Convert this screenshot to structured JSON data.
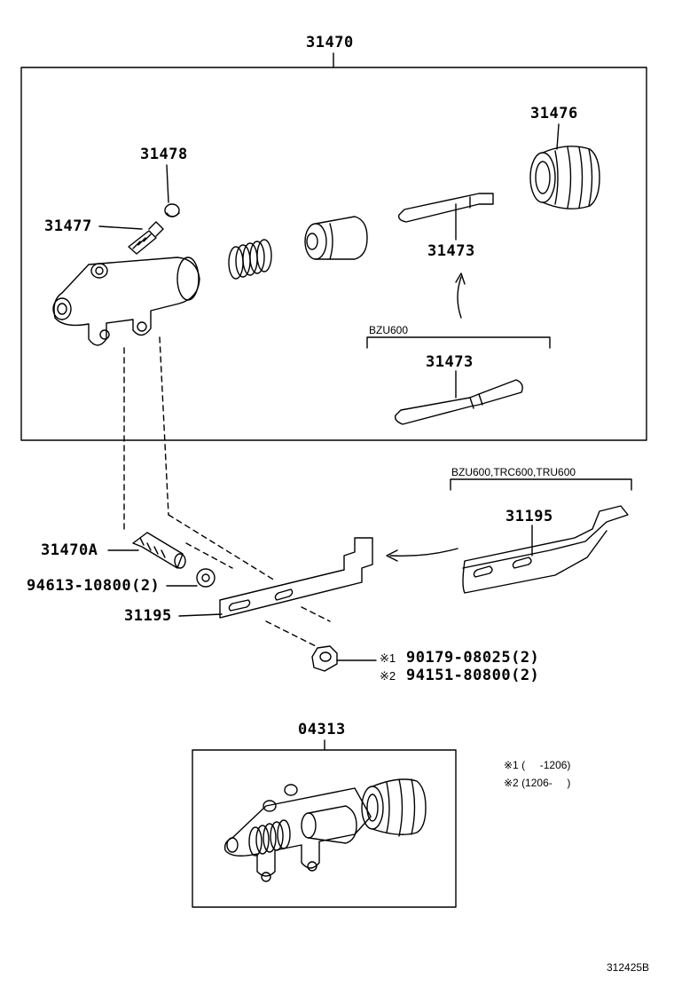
{
  "labels": {
    "p31470": "31470",
    "p31476": "31476",
    "p31478": "31478",
    "p31477": "31477",
    "p31473_top": "31473",
    "variant_bzu600": "BZU600",
    "p31473_bottom": "31473",
    "variant_bzu_trc_tru": "BZU600,TRC600,TRU600",
    "p31195_right": "31195",
    "p31470a": "31470A",
    "p94613": "94613-10800(2)",
    "p31195_left": "31195",
    "note1_mark": "※1",
    "p90179": "90179-08025(2)",
    "note2_mark": "※2",
    "p94151": "94151-80800(2)",
    "p04313": "04313",
    "legend1": "※1 (     -1206)",
    "legend2": "※2 (1206-     )",
    "diagram_id": "312425B"
  },
  "colors": {
    "line": "#000000",
    "background": "#ffffff"
  }
}
